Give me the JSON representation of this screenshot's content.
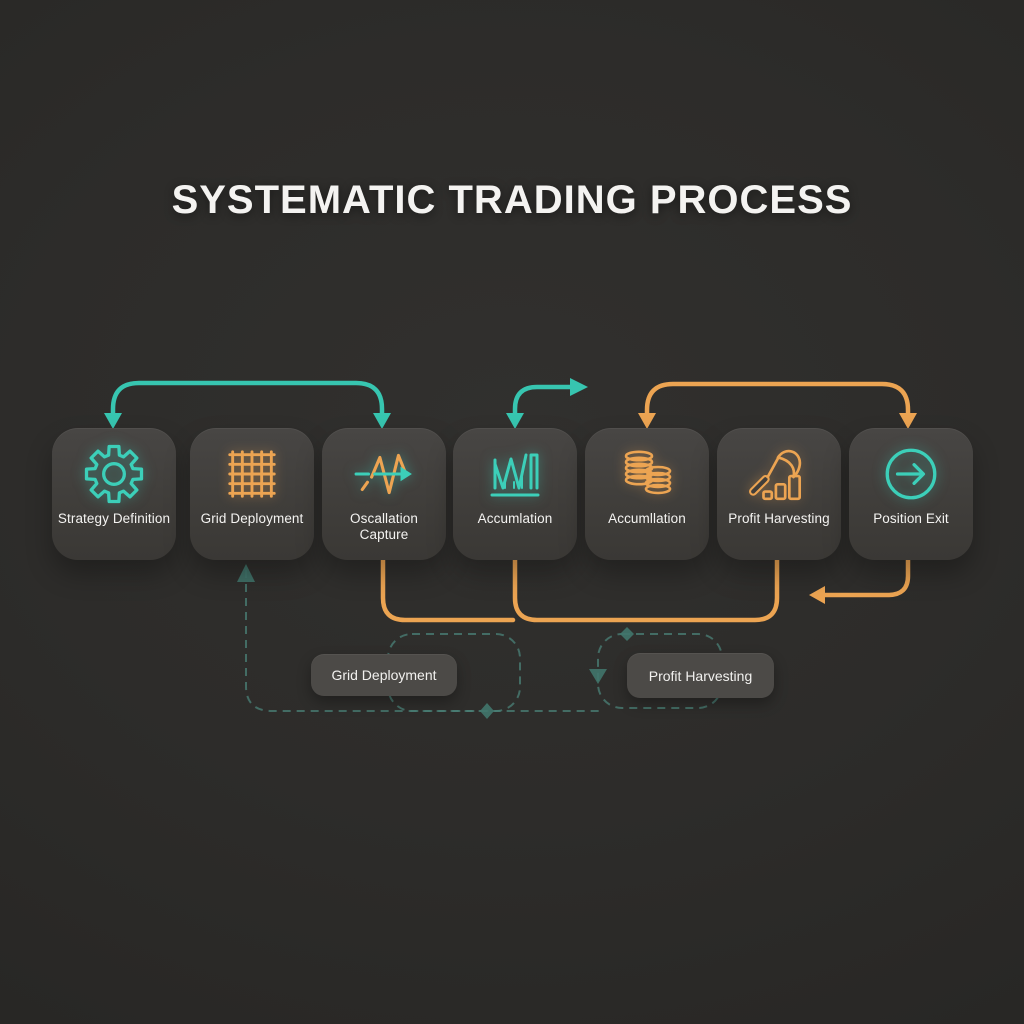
{
  "title": "SYSTEMATIC TRADING PROCESS",
  "colors": {
    "background": "#2d2c2a",
    "card": "#403e3b",
    "teal_accent": "#37c5b0",
    "orange_accent": "#eca452",
    "dashed_teal": "#4b8278",
    "text": "#f4f3f1"
  },
  "stages": [
    {
      "label": "Strategy Definition",
      "icon": "gear-icon",
      "accent": "#37c5b0"
    },
    {
      "label": "Grid Deployment",
      "icon": "grid-icon",
      "accent": "#eca452"
    },
    {
      "label": "Oscallation Capture",
      "icon": "oscillation-wave-icon",
      "accent": "#eca452 + #37c5b0"
    },
    {
      "label": "Accumlation",
      "icon": "line-chart-icon",
      "accent": "#37c5b0"
    },
    {
      "label": "Accumllation",
      "icon": "coin-stacks-icon",
      "accent": "#eca452"
    },
    {
      "label": "Profit Harvesting",
      "icon": "scythe-bars-icon",
      "accent": "#eca452"
    },
    {
      "label": "Position Exit",
      "icon": "circle-arrow-icon",
      "accent": "#37c5b0"
    }
  ],
  "callouts": [
    {
      "label": "Grid Deployment"
    },
    {
      "label": "Profit Harvesting"
    }
  ],
  "connectors": [
    {
      "name": "teal-arc-strategy-to-oscillation",
      "color": "#37c5b0",
      "style": "solid",
      "ends": "down-arrow both"
    },
    {
      "name": "teal-hook-from-accumlation",
      "color": "#37c5b0",
      "style": "solid",
      "ends": "down-arrow left, right-arrow"
    },
    {
      "name": "orange-arc-accumllation-to-position-exit",
      "color": "#eca452",
      "style": "solid",
      "ends": "down-arrow both"
    },
    {
      "name": "orange-drop-from-oscillation",
      "color": "#eca452",
      "style": "solid",
      "ends": "none"
    },
    {
      "name": "orange-u-accumlation-to-profit",
      "color": "#eca452",
      "style": "solid",
      "ends": "none"
    },
    {
      "name": "orange-hook-from-position-exit",
      "color": "#eca452",
      "style": "solid",
      "ends": "left-arrow"
    },
    {
      "name": "dashed-return-to-grid-deployment",
      "color": "#4b8278",
      "style": "dashed",
      "ends": "up-arrow"
    },
    {
      "name": "dashed-loop-grid-callout",
      "color": "#4b8278",
      "style": "dashed",
      "ends": "diamond"
    },
    {
      "name": "dashed-loop-profit-callout",
      "color": "#4b8278",
      "style": "dashed",
      "ends": "diamond, down-arrow"
    }
  ]
}
